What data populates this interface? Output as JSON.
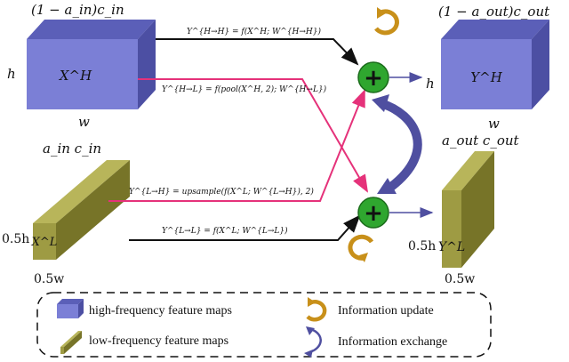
{
  "high_block": {
    "channel_label": "(1 − a_in)c_in",
    "face_label": "X^H",
    "height_label": "h",
    "width_label": "w"
  },
  "low_block": {
    "channel_label": "a_in c_in",
    "face_label": "X^L",
    "height_label": "0.5h",
    "width_label": "0.5w"
  },
  "out_high_block": {
    "channel_label": "(1 − a_out)c_out",
    "face_label": "Y^H",
    "height_label": "h",
    "width_label": "w"
  },
  "out_low_block": {
    "channel_label": "a_out c_out",
    "face_label": "Y^L",
    "height_label": "0.5h",
    "width_label": "0.5w"
  },
  "paths": {
    "h_to_h": "Y^{H→H} = f(X^H; W^{H→H})",
    "h_to_l": "Y^{H→L} = f(pool(X^H, 2); W^{H→L})",
    "l_to_h": "Y^{L→H} = upsample(f(X^L; W^{L→H}), 2)",
    "l_to_l": "Y^{L→L} = f(X^L; W^{L→L})"
  },
  "sum_symbol": "+",
  "legend": {
    "high": "high-frequency feature maps",
    "low": "low-frequency feature maps",
    "update": "Information update",
    "exchange": "Information exchange"
  },
  "colors": {
    "high_front": "#7b7fd6",
    "high_top": "#5b5fb8",
    "high_side": "#4c4fa3",
    "low_front": "#9e9b43",
    "low_top": "#b8b55a",
    "low_side": "#777428",
    "sum_fill": "#2fa62f",
    "pink_arrow": "#e5327a",
    "black_arrow": "#111111",
    "blue_arrow": "#4f4fa0",
    "update_arc": "#c8901a"
  }
}
